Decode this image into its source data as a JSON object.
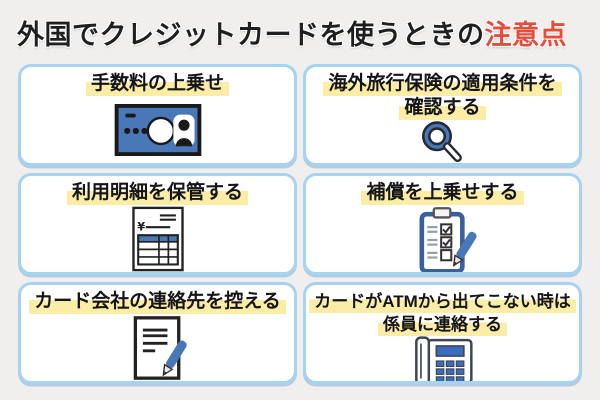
{
  "title": {
    "main": "外国でクレジットカードを使うときの",
    "accent": "注意点"
  },
  "cards": [
    {
      "label_lines": [
        "手数料の上乗せ"
      ],
      "icon": "money-bill-icon"
    },
    {
      "label_lines": [
        "海外旅行保険の適用条件を",
        "確認する"
      ],
      "icon": "magnifier-icon"
    },
    {
      "label_lines": [
        "利用明細を保管する"
      ],
      "icon": "receipt-icon"
    },
    {
      "label_lines": [
        "補償を上乗せする"
      ],
      "icon": "checklist-pen-icon"
    },
    {
      "label_lines": [
        "カード会社の連絡先を控える"
      ],
      "icon": "document-pen-icon"
    },
    {
      "label_lines": [
        "カードがATMから出てこない時は",
        "係員に連絡する"
      ],
      "icon": "telephone-icon"
    }
  ],
  "colors": {
    "page_bg": "#f0efed",
    "card_bg": "#ffffff",
    "card_border": "#a7d3f2",
    "highlight": "#fbeca6",
    "title_text": "#1f1f1f",
    "title_accent": "#e84b3a",
    "icon_blue": "#4878b8",
    "icon_dark": "#1a1a1a",
    "icon_navy": "#3a5f9e",
    "screen_blue": "#3a6cc0",
    "key_outline": "#3f4654"
  }
}
